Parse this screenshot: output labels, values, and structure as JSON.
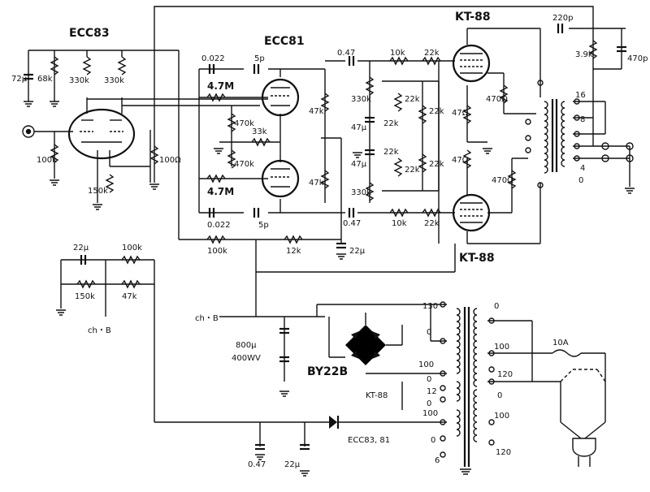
{
  "tubes": {
    "input": "ECC83",
    "phase_splitter": "ECC81",
    "output_top": "KT-88",
    "output_bottom": "KT-88"
  },
  "rectifier": "BY22B",
  "labels": {
    "c_72u": "72μ",
    "r_68k": "68k",
    "r_330k_a": "330k",
    "r_330k_b": "330k",
    "r_100k_in": "100k",
    "r_150k": "150k",
    "r_100ohm": "100Ω",
    "c_0022_top": "0.022",
    "c_5p_top": "5p",
    "r_47m_top": "4.7M",
    "r_470k_a": "470k",
    "r_33k": "33k",
    "r_470k_b": "470k",
    "r_47m_bot": "4.7M",
    "c_0022_bot": "0.022",
    "c_5p_bot": "5p",
    "r_47k_a": "47k",
    "r_47k_b": "47k",
    "c_047_top": "0.47",
    "c_047_bot": "0.47",
    "r_330k_c": "330k",
    "r_330k_d": "330k",
    "c_47u_a": "47μ",
    "c_47u_b": "47μ",
    "r_22k_a": "22k",
    "r_22k_b": "22k",
    "r_22k_c": "22k",
    "r_22k_d": "22k",
    "r_22k_e": "22k",
    "r_22k_f": "22k",
    "r_10k_top": "10k",
    "r_22k_top": "22k",
    "r_10k_bot": "10k",
    "r_22k_bot": "22k",
    "r_47ohm_a": "47Ω",
    "r_47ohm_b": "47Ω",
    "r_470ohm_a": "470Ω",
    "r_470ohm_b": "470Ω",
    "c_220p": "220p",
    "r_39k": "3.9k",
    "c_470p": "470p",
    "r_100k_fb": "100k",
    "r_12k": "12k",
    "c_22u": "22μ",
    "c_22u_b": "22μ",
    "r_100k_b": "100k",
    "r_150k_b": "150k",
    "r_47k_c": "47k",
    "ch_b_left": "ch・B",
    "ch_b_mid": "ch・B",
    "c_800u": "800μ",
    "c_400wv": "400WV",
    "tap_130": "130",
    "tap_0_a": "0",
    "tap_100_a": "100",
    "tap_0_b": "0",
    "tap_12": "12",
    "tap_0_c": "0",
    "tap_100_b": "100",
    "tap_0_d": "0",
    "tap_6": "6",
    "kt88_sec": "KT-88",
    "ecc_sec": "ECC83, 81",
    "pri_0": "0",
    "pri_100": "100",
    "pri_120_a": "120",
    "pri_0_b": "0",
    "pri_100_b": "100",
    "pri_120_b": "120",
    "fuse": "10A",
    "c_047_ps": "0.47",
    "c_22u_ps": "22μ",
    "out_16": "16",
    "out_8": "8",
    "out_4": "4",
    "out_0": "0"
  }
}
